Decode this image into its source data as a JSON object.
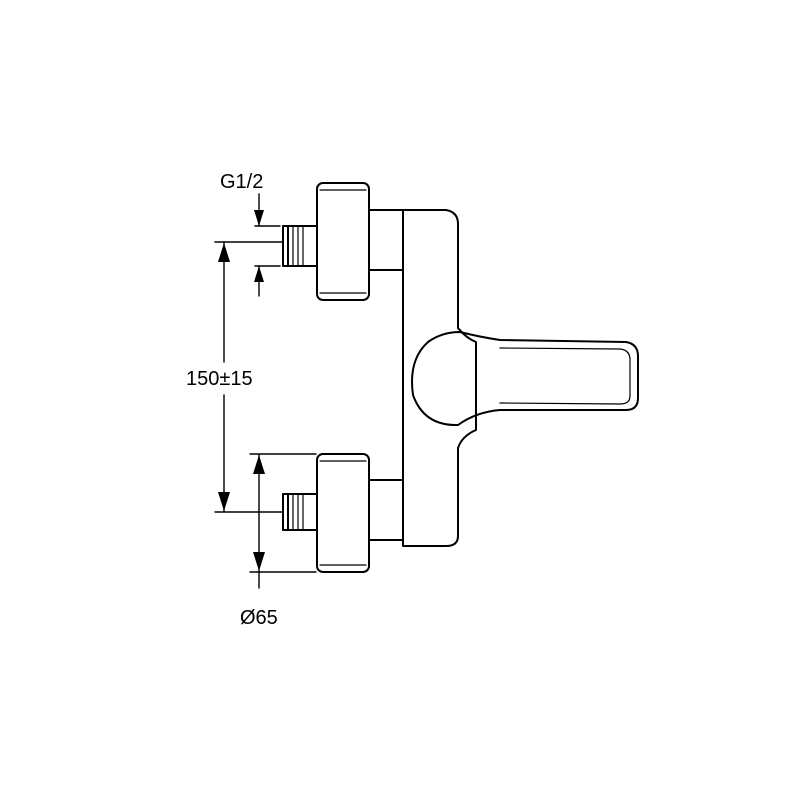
{
  "labels": {
    "thread": "G1/2",
    "spacing": "150±15",
    "diameter": "Ø65"
  },
  "colors": {
    "line": "#000000",
    "background": "#ffffff"
  }
}
